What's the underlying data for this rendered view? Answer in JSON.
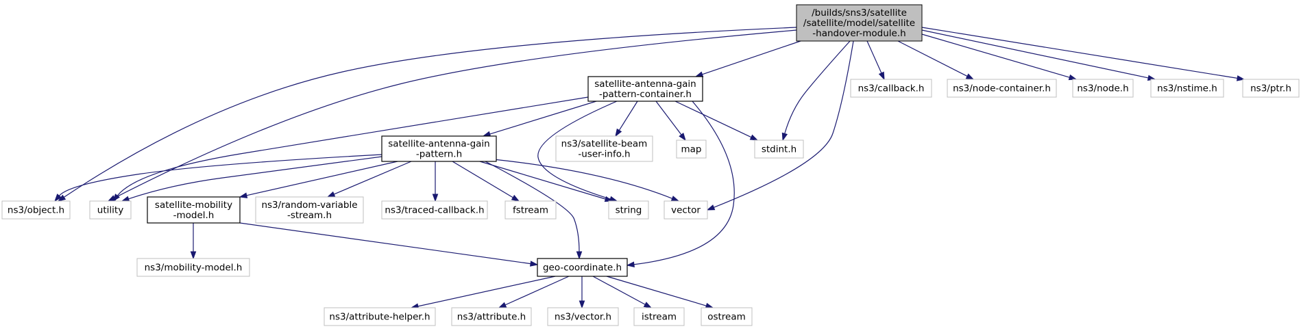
{
  "graph": {
    "colors": {
      "root_fill": "#bfbfbf",
      "root_border": "#000000",
      "internal_border": "#000000",
      "external_border": "#bfbfbf",
      "edge": "#191970",
      "background": "#ffffff"
    },
    "nodes": [
      {
        "id": "root",
        "kind": "root",
        "lines": [
          "/builds/sns3/satellite",
          "/satellite/model/satellite",
          "-handover-module.h"
        ]
      },
      {
        "id": "callback",
        "kind": "external",
        "lines": [
          "ns3/callback.h"
        ]
      },
      {
        "id": "nodecontainer",
        "kind": "external",
        "lines": [
          "ns3/node-container.h"
        ]
      },
      {
        "id": "node",
        "kind": "external",
        "lines": [
          "ns3/node.h"
        ]
      },
      {
        "id": "nstime",
        "kind": "external",
        "lines": [
          "ns3/nstime.h"
        ]
      },
      {
        "id": "ptr",
        "kind": "external",
        "lines": [
          "ns3/ptr.h"
        ]
      },
      {
        "id": "gaincontainer",
        "kind": "internal",
        "lines": [
          "satellite-antenna-gain",
          "-pattern-container.h"
        ]
      },
      {
        "id": "beaminfo",
        "kind": "external",
        "lines": [
          "ns3/satellite-beam",
          "-user-info.h"
        ]
      },
      {
        "id": "map",
        "kind": "external",
        "lines": [
          "map"
        ]
      },
      {
        "id": "stdint",
        "kind": "external",
        "lines": [
          "stdint.h"
        ]
      },
      {
        "id": "gainpattern",
        "kind": "internal",
        "lines": [
          "satellite-antenna-gain",
          "-pattern.h"
        ]
      },
      {
        "id": "object",
        "kind": "external",
        "lines": [
          "ns3/object.h"
        ]
      },
      {
        "id": "utility",
        "kind": "external",
        "lines": [
          "utility"
        ]
      },
      {
        "id": "mobility",
        "kind": "internal",
        "lines": [
          "satellite-mobility",
          "-model.h"
        ]
      },
      {
        "id": "randomvar",
        "kind": "external",
        "lines": [
          "ns3/random-variable",
          "-stream.h"
        ]
      },
      {
        "id": "traced",
        "kind": "external",
        "lines": [
          "ns3/traced-callback.h"
        ]
      },
      {
        "id": "fstream",
        "kind": "external",
        "lines": [
          "fstream"
        ]
      },
      {
        "id": "string",
        "kind": "external",
        "lines": [
          "string"
        ]
      },
      {
        "id": "vector",
        "kind": "external",
        "lines": [
          "vector"
        ]
      },
      {
        "id": "mobilitymodel",
        "kind": "external",
        "lines": [
          "ns3/mobility-model.h"
        ]
      },
      {
        "id": "geo",
        "kind": "internal",
        "lines": [
          "geo-coordinate.h"
        ]
      },
      {
        "id": "attrhelper",
        "kind": "external",
        "lines": [
          "ns3/attribute-helper.h"
        ]
      },
      {
        "id": "attribute",
        "kind": "external",
        "lines": [
          "ns3/attribute.h"
        ]
      },
      {
        "id": "vectorh",
        "kind": "external",
        "lines": [
          "ns3/vector.h"
        ]
      },
      {
        "id": "istream",
        "kind": "external",
        "lines": [
          "istream"
        ]
      },
      {
        "id": "ostream",
        "kind": "external",
        "lines": [
          "ostream"
        ]
      }
    ],
    "edges": [
      [
        "root",
        "object"
      ],
      [
        "root",
        "utility"
      ],
      [
        "root",
        "gaincontainer"
      ],
      [
        "root",
        "stdint"
      ],
      [
        "root",
        "vector"
      ],
      [
        "root",
        "callback"
      ],
      [
        "root",
        "nodecontainer"
      ],
      [
        "root",
        "node"
      ],
      [
        "root",
        "nstime"
      ],
      [
        "root",
        "ptr"
      ],
      [
        "gaincontainer",
        "utility"
      ],
      [
        "gaincontainer",
        "gainpattern"
      ],
      [
        "gaincontainer",
        "string"
      ],
      [
        "gaincontainer",
        "beaminfo"
      ],
      [
        "gaincontainer",
        "map"
      ],
      [
        "gaincontainer",
        "stdint"
      ],
      [
        "gaincontainer",
        "geo"
      ],
      [
        "gainpattern",
        "object"
      ],
      [
        "gainpattern",
        "utility"
      ],
      [
        "gainpattern",
        "mobility"
      ],
      [
        "gainpattern",
        "randomvar"
      ],
      [
        "gainpattern",
        "traced"
      ],
      [
        "gainpattern",
        "fstream"
      ],
      [
        "gainpattern",
        "string"
      ],
      [
        "gainpattern",
        "vector"
      ],
      [
        "gainpattern",
        "geo"
      ],
      [
        "mobility",
        "mobilitymodel"
      ],
      [
        "mobility",
        "geo"
      ],
      [
        "geo",
        "attrhelper"
      ],
      [
        "geo",
        "attribute"
      ],
      [
        "geo",
        "vectorh"
      ],
      [
        "geo",
        "istream"
      ],
      [
        "geo",
        "ostream"
      ]
    ]
  }
}
